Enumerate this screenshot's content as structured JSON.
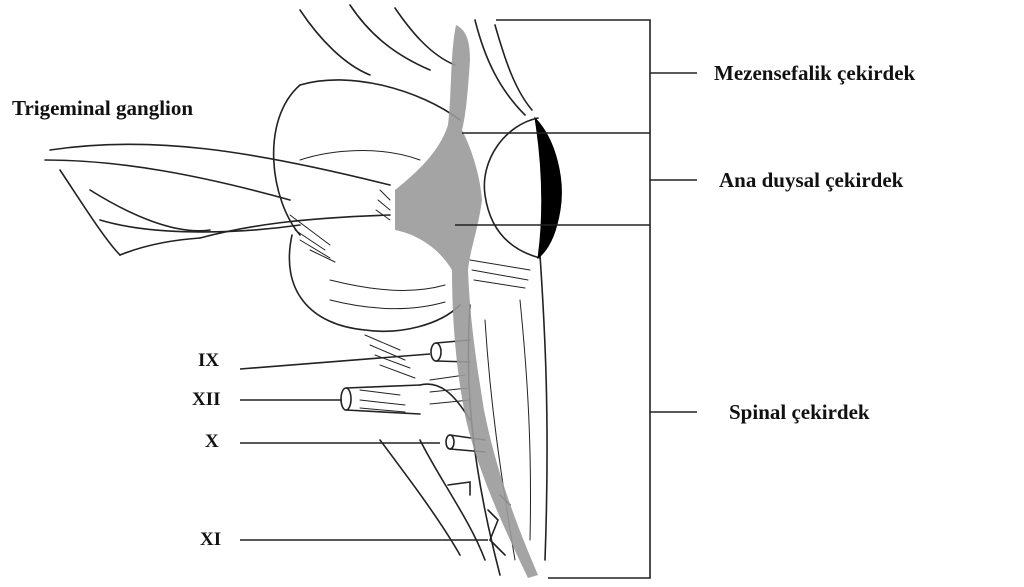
{
  "diagram": {
    "labels": {
      "trigeminal_ganglion": "Trigeminal ganglion",
      "mesencephalic_nucleus": "Mezensefalik çekirdek",
      "main_sensory_nucleus": "Ana duysal çekirdek",
      "spinal_nucleus": "Spinal çekirdek",
      "nerve_ix": "IX",
      "nerve_xii": "XII",
      "nerve_x": "X",
      "nerve_xi": "XI"
    },
    "colors": {
      "line": "#222222",
      "nucleus_shade": "#9a9a9a",
      "main_nucleus_fill": "#000000",
      "background": "#ffffff"
    }
  }
}
